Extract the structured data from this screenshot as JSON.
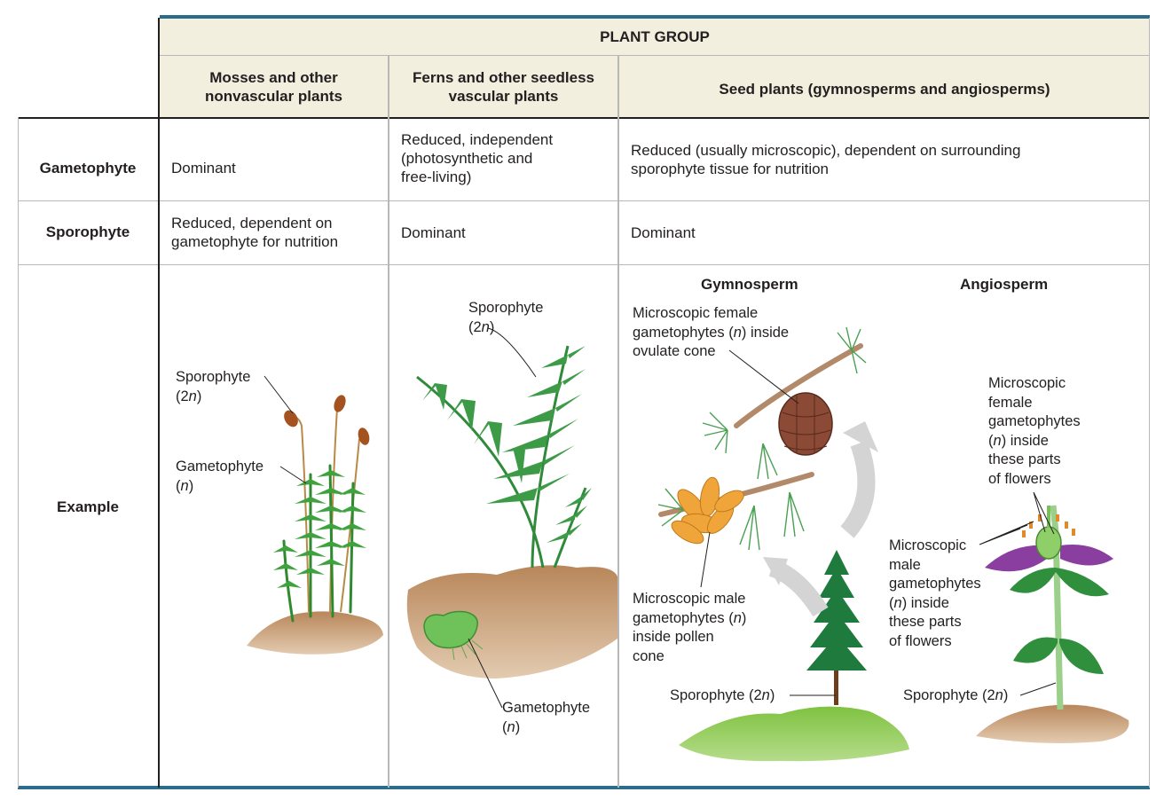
{
  "table": {
    "group_header": "PLANT GROUP",
    "columns": [
      {
        "line1": "Mosses and other",
        "line2": "nonvascular plants"
      },
      {
        "line1": "Ferns and other seedless",
        "line2": "vascular plants"
      },
      {
        "line1": "Seed plants (gymnosperms and angiosperms)",
        "line2": ""
      }
    ],
    "rows": [
      {
        "label": "Gametophyte",
        "cells": [
          [
            "Dominant"
          ],
          [
            "Reduced, independent",
            "(photosynthetic and",
            "free-living)"
          ],
          [
            "Reduced (usually microscopic), dependent on surrounding",
            "sporophyte tissue for nutrition"
          ]
        ]
      },
      {
        "label": "Sporophyte",
        "cells": [
          [
            "Reduced, dependent on",
            "gametophyte for nutrition"
          ],
          [
            "Dominant"
          ],
          [
            "Dominant"
          ]
        ]
      },
      {
        "label": "Example"
      }
    ]
  },
  "example": {
    "gymnosperm_heading": "Gymnosperm",
    "angiosperm_heading": "Angiosperm",
    "labels": {
      "moss_sporophyte": [
        "Sporophyte",
        "(2n)"
      ],
      "moss_gametophyte": [
        "Gametophyte",
        "(n)"
      ],
      "fern_sporophyte": [
        "Sporophyte",
        "(2n)"
      ],
      "fern_gametophyte": [
        "Gametophyte",
        "(n)"
      ],
      "gymno_female": [
        "Microscopic female",
        "gametophytes (n) inside",
        "ovulate cone"
      ],
      "gymno_male": [
        "Microscopic male",
        "gametophytes (n)",
        "inside pollen",
        "cone"
      ],
      "gymno_sporophyte": "Sporophyte (2n)",
      "angio_female": [
        "Microscopic",
        "female",
        "gametophytes",
        "(n) inside",
        "these parts",
        "of flowers"
      ],
      "angio_male": [
        "Microscopic",
        "male",
        "gametophytes",
        "(n) inside",
        "these parts",
        "of flowers"
      ],
      "angio_sporophyte": "Sporophyte (2n)"
    }
  },
  "colors": {
    "header_bg": "#f2efdf",
    "rule_blue": "#2b6c8a",
    "grid": "#b8b8b8",
    "plant_green": "#3a9a3a",
    "soil": "#c8a17a"
  }
}
